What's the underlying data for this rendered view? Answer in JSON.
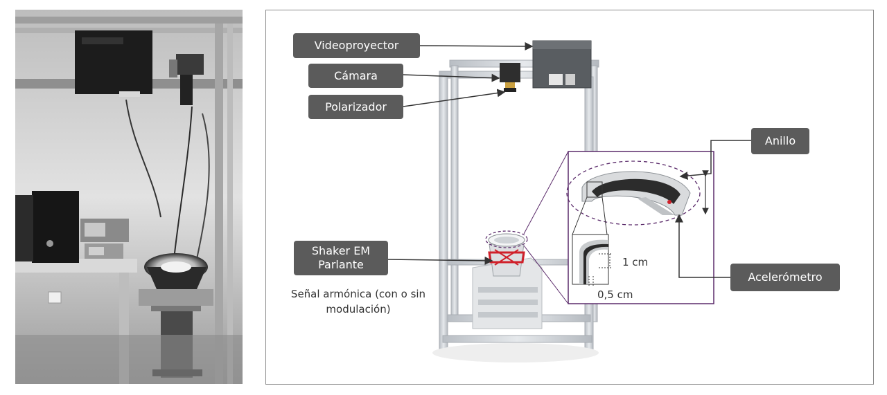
{
  "labels": {
    "projector": "Videoproyector",
    "camera": "Cámara",
    "polarizer": "Polarizador",
    "ring": "Anillo",
    "shaker_line1": "Shaker EM",
    "shaker_line2": "Parlante",
    "signal_line1": "Señal armónica (con o sin",
    "signal_line2": "modulación)",
    "accelerometer": "Acelerómetro",
    "dim_height": "1 cm",
    "dim_width": "0,5 cm"
  },
  "colors": {
    "callout_bg": "#5b5b5b",
    "zoom_frame": "#5a2a6a",
    "frame_metal": "#c8cdd2",
    "shaker_red": "#d0202a"
  }
}
